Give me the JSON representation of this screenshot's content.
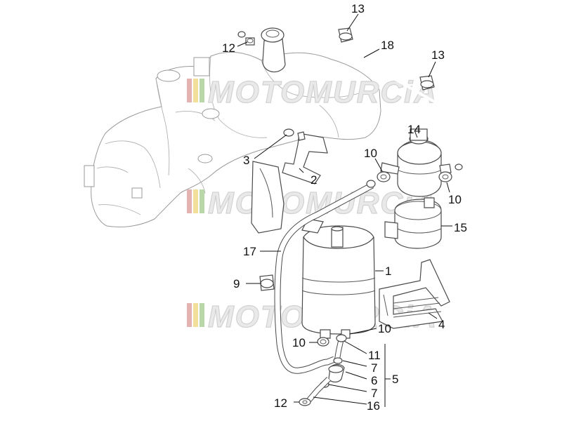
{
  "watermark": {
    "text": "MOTOMURCiA",
    "stripe_colors": [
      "#e5b2b2",
      "#f2df9a",
      "#b8d6a8"
    ]
  },
  "callouts": [
    {
      "key": "c13a",
      "text": "13"
    },
    {
      "key": "c12a",
      "text": "12"
    },
    {
      "key": "c18",
      "text": "18"
    },
    {
      "key": "c13b",
      "text": "13"
    },
    {
      "key": "c14",
      "text": "14"
    },
    {
      "key": "c3",
      "text": "3"
    },
    {
      "key": "c10a",
      "text": "10"
    },
    {
      "key": "c2",
      "text": "2"
    },
    {
      "key": "c10b",
      "text": "10"
    },
    {
      "key": "c15",
      "text": "15"
    },
    {
      "key": "c17",
      "text": "17"
    },
    {
      "key": "c1",
      "text": "1"
    },
    {
      "key": "c9",
      "text": "9"
    },
    {
      "key": "c4",
      "text": "4"
    },
    {
      "key": "c10c",
      "text": "10"
    },
    {
      "key": "c10d",
      "text": "10"
    },
    {
      "key": "c11",
      "text": "11"
    },
    {
      "key": "c7a",
      "text": "7"
    },
    {
      "key": "c5",
      "text": "5"
    },
    {
      "key": "c6",
      "text": "6"
    },
    {
      "key": "c7b",
      "text": "7"
    },
    {
      "key": "c12b",
      "text": "12"
    },
    {
      "key": "c16",
      "text": "16"
    }
  ]
}
